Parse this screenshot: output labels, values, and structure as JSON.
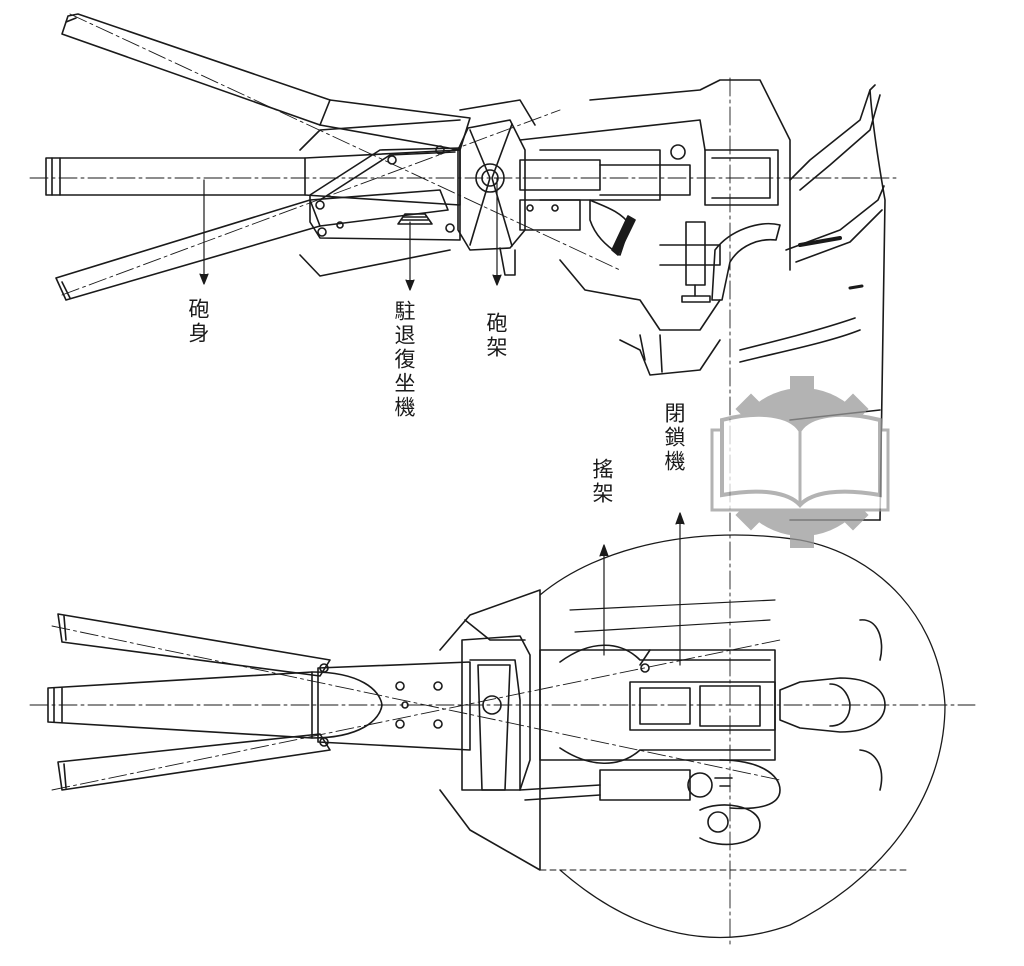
{
  "labels": {
    "barrel": "砲身",
    "recoil": "駐退復坐機",
    "carriage": "砲架",
    "breech": "閉鎖機",
    "cradle": "搖架"
  },
  "colors": {
    "ink": "#1a1a1a",
    "paper": "#ffffff",
    "watermark": "#9a9a9a"
  },
  "watermark": {
    "icon": "book-gear-logo-icon"
  }
}
